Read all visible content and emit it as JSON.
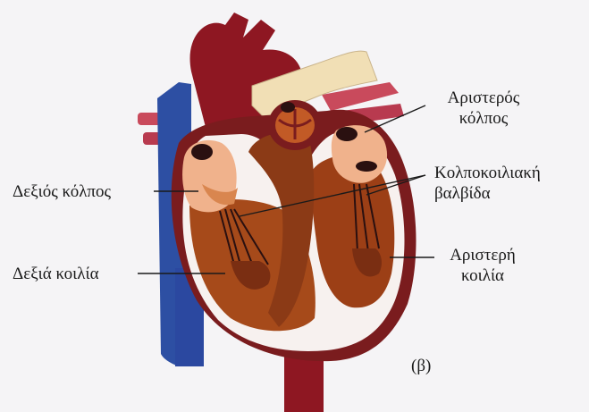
{
  "labels": {
    "left_atrium": {
      "line1": "Αριστερός",
      "line2": "κόλπος"
    },
    "av_valve": {
      "line1": "Κολποκοιλιακή",
      "line2": "βαλβίδα"
    },
    "right_atrium": "Δεξιός κόλπος",
    "right_ventricle": "Δεξιά κοιλία",
    "left_ventricle": {
      "line1": "Αριστερή",
      "line2": "κοιλία"
    }
  },
  "figure_tag": "(β)",
  "colors": {
    "aorta": "#8e1722",
    "vena_cava": "#2d4fa3",
    "pulmonary_artery": "#f1dfb5",
    "pulmonary_veins": "#c94a5c",
    "wall_outer": "#7a1c1e",
    "chamber_fill": "#a64a1a",
    "septum": "#8b3a16",
    "atrium_fill": "#f0b28c",
    "pericardium": "#f7f1ef"
  }
}
